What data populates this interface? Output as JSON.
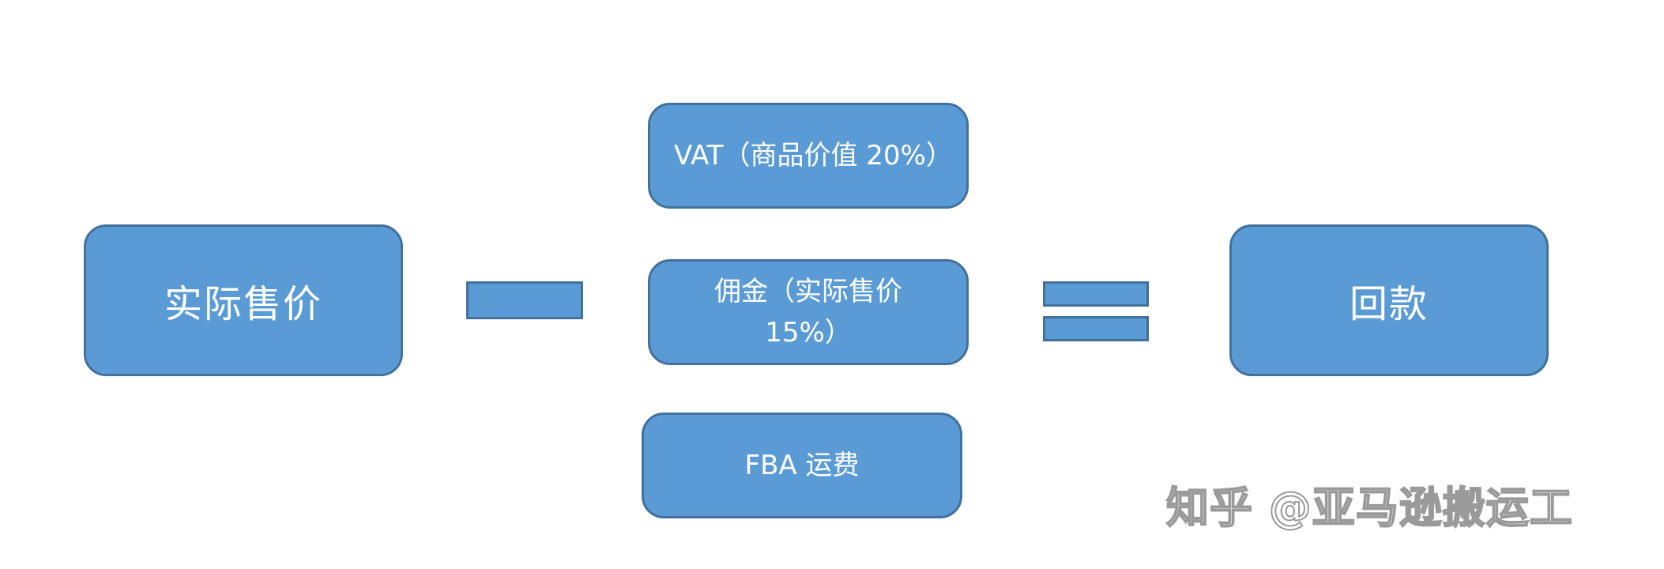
{
  "boxes": {
    "actual_price": "实际售价",
    "vat": "VAT（商品价值 20%）",
    "commission_line1": "佣金（实际售价",
    "commission_line2": "15%）",
    "fba": "FBA 运费",
    "refund": "回款"
  },
  "operators": {
    "minus": "−",
    "equals": "="
  },
  "watermark": "知乎 @亚马逊搬运工",
  "colors": {
    "box_fill": "#5b9bd5",
    "box_border": "#41719c",
    "text": "#ffffff"
  }
}
